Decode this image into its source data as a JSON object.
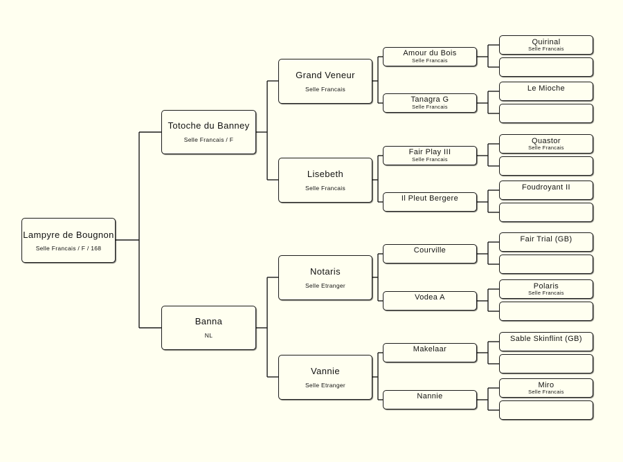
{
  "pedigree": {
    "subject": {
      "name": "Lampyre de Bougnon",
      "sub": "Selle Francais / F / 168"
    },
    "sire": {
      "name": "Totoche du Banney",
      "sub": "Selle Francais / F"
    },
    "dam": {
      "name": "Banna",
      "sub": "NL"
    },
    "gen3": [
      {
        "name": "Grand Veneur",
        "sub": "Selle Francais"
      },
      {
        "name": "Lisebeth",
        "sub": "Selle Francais"
      },
      {
        "name": "Notaris",
        "sub": "Selle Etranger"
      },
      {
        "name": "Vannie",
        "sub": "Selle Etranger"
      }
    ],
    "gen4": [
      {
        "name": "Amour du Bois",
        "sub": "Selle Francais"
      },
      {
        "name": "Tanagra G",
        "sub": "Selle Francais"
      },
      {
        "name": "Fair Play III",
        "sub": "Selle Francais"
      },
      {
        "name": "Il Pleut Bergere",
        "sub": ""
      },
      {
        "name": "Courville",
        "sub": ""
      },
      {
        "name": "Vodea A",
        "sub": ""
      },
      {
        "name": "Makelaar",
        "sub": ""
      },
      {
        "name": "Nannie",
        "sub": ""
      }
    ],
    "gen5": [
      {
        "name": "Quirinal",
        "sub": "Selle Francais"
      },
      {
        "name": "",
        "sub": ""
      },
      {
        "name": "Le Mioche",
        "sub": ""
      },
      {
        "name": "",
        "sub": ""
      },
      {
        "name": "Quastor",
        "sub": "Selle Francais"
      },
      {
        "name": "",
        "sub": ""
      },
      {
        "name": "Foudroyant II",
        "sub": ""
      },
      {
        "name": "",
        "sub": ""
      },
      {
        "name": "Fair Trial (GB)",
        "sub": ""
      },
      {
        "name": "",
        "sub": ""
      },
      {
        "name": "Polaris",
        "sub": "Selle Francais"
      },
      {
        "name": "",
        "sub": ""
      },
      {
        "name": "Sable Skinflint (GB)",
        "sub": ""
      },
      {
        "name": "",
        "sub": ""
      },
      {
        "name": "Miro",
        "sub": "Selle Francais"
      },
      {
        "name": "",
        "sub": ""
      }
    ]
  }
}
